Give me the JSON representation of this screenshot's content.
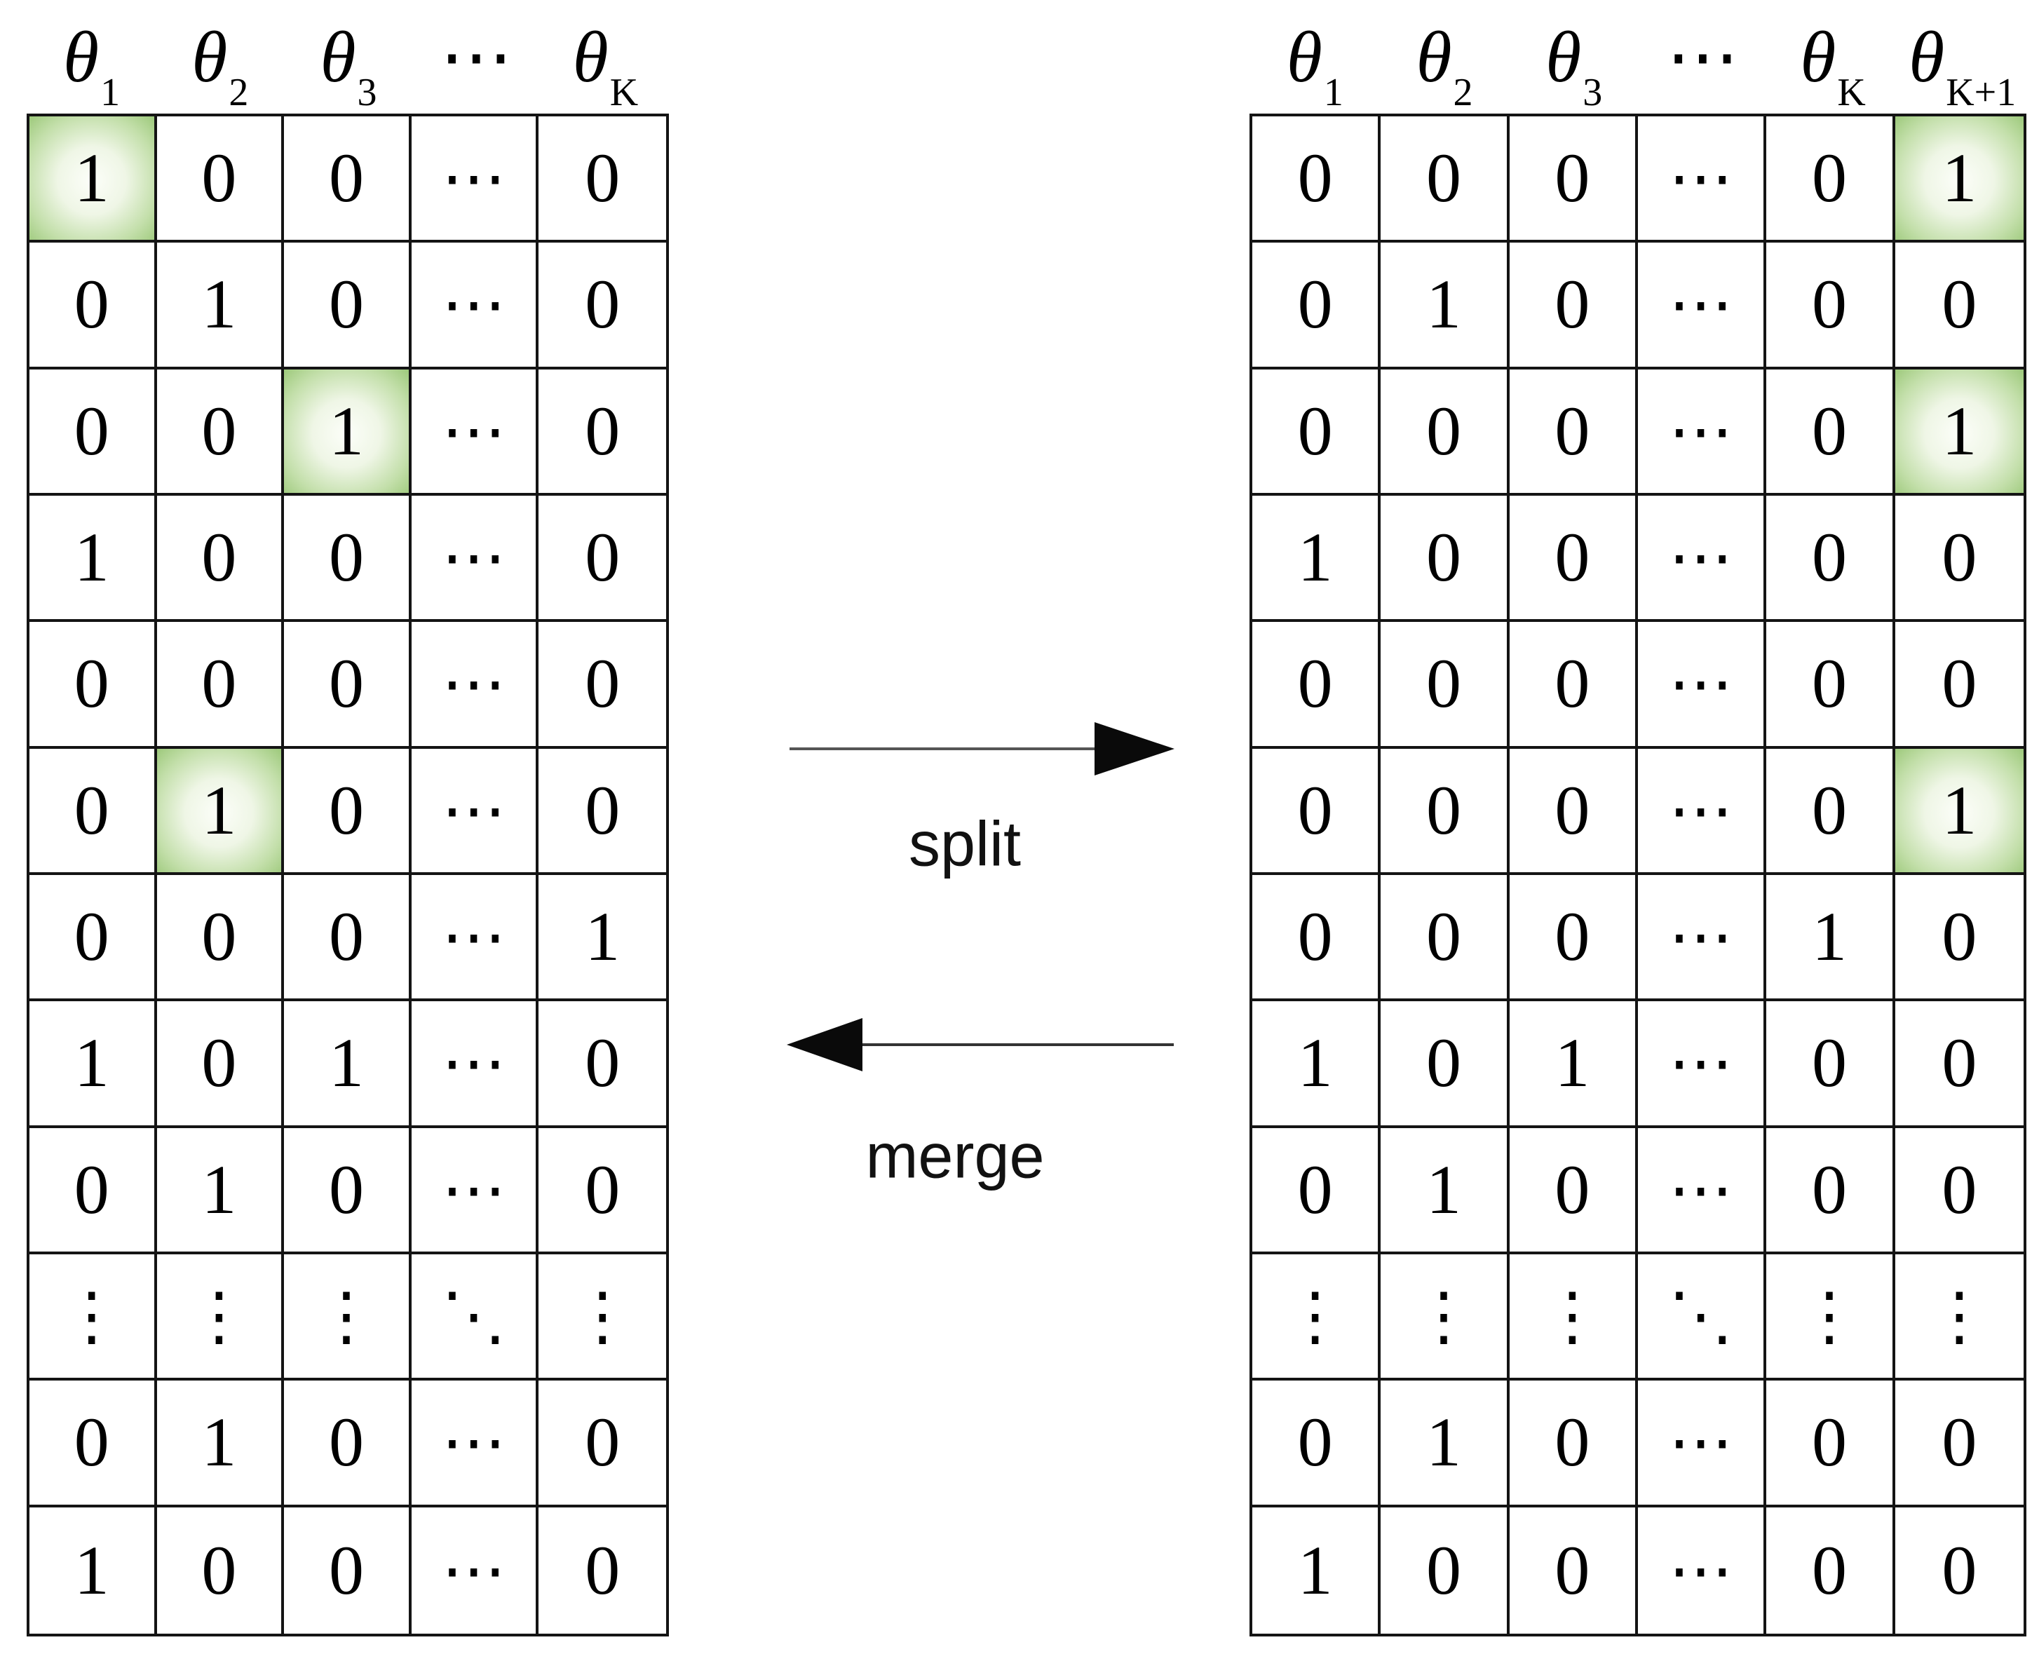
{
  "figure": {
    "description": "Binary cluster-assignment matrices before and after a split / merge move",
    "split_label": "split",
    "merge_label": "merge"
  },
  "left_matrix": {
    "headers": [
      {
        "base": "θ",
        "sub": "1"
      },
      {
        "base": "θ",
        "sub": "2"
      },
      {
        "base": "θ",
        "sub": "3"
      },
      {
        "base": "⋯",
        "sub": ""
      },
      {
        "base": "θ",
        "sub": "K"
      }
    ],
    "rows": [
      [
        "1",
        "0",
        "0",
        "⋯",
        "0"
      ],
      [
        "0",
        "1",
        "0",
        "⋯",
        "0"
      ],
      [
        "0",
        "0",
        "1",
        "⋯",
        "0"
      ],
      [
        "1",
        "0",
        "0",
        "⋯",
        "0"
      ],
      [
        "0",
        "0",
        "0",
        "⋯",
        "0"
      ],
      [
        "0",
        "1",
        "0",
        "⋯",
        "0"
      ],
      [
        "0",
        "0",
        "0",
        "⋯",
        "1"
      ],
      [
        "1",
        "0",
        "1",
        "⋯",
        "0"
      ],
      [
        "0",
        "1",
        "0",
        "⋯",
        "0"
      ],
      [
        "⋮",
        "⋮",
        "⋮",
        "⋱",
        "⋮"
      ],
      [
        "0",
        "1",
        "0",
        "⋯",
        "0"
      ],
      [
        "1",
        "0",
        "0",
        "⋯",
        "0"
      ]
    ],
    "highlighted_cells": [
      [
        0,
        0
      ],
      [
        2,
        2
      ],
      [
        5,
        1
      ]
    ]
  },
  "right_matrix": {
    "headers": [
      {
        "base": "θ",
        "sub": "1"
      },
      {
        "base": "θ",
        "sub": "2"
      },
      {
        "base": "θ",
        "sub": "3"
      },
      {
        "base": "⋯",
        "sub": ""
      },
      {
        "base": "θ",
        "sub": "K"
      },
      {
        "base": "θ",
        "sub": "K+1"
      }
    ],
    "rows": [
      [
        "0",
        "0",
        "0",
        "⋯",
        "0",
        "1"
      ],
      [
        "0",
        "1",
        "0",
        "⋯",
        "0",
        "0"
      ],
      [
        "0",
        "0",
        "0",
        "⋯",
        "0",
        "1"
      ],
      [
        "1",
        "0",
        "0",
        "⋯",
        "0",
        "0"
      ],
      [
        "0",
        "0",
        "0",
        "⋯",
        "0",
        "0"
      ],
      [
        "0",
        "0",
        "0",
        "⋯",
        "0",
        "1"
      ],
      [
        "0",
        "0",
        "0",
        "⋯",
        "1",
        "0"
      ],
      [
        "1",
        "0",
        "1",
        "⋯",
        "0",
        "0"
      ],
      [
        "0",
        "1",
        "0",
        "⋯",
        "0",
        "0"
      ],
      [
        "⋮",
        "⋮",
        "⋮",
        "⋱",
        "⋮",
        "⋮"
      ],
      [
        "0",
        "1",
        "0",
        "⋯",
        "0",
        "0"
      ],
      [
        "1",
        "0",
        "0",
        "⋯",
        "0",
        "0"
      ]
    ],
    "highlighted_cells": [
      [
        0,
        5
      ],
      [
        2,
        5
      ],
      [
        5,
        5
      ]
    ]
  },
  "colors": {
    "highlight_green_edge": "#9dc97b",
    "highlight_green_center": "#fcfef9",
    "grid_line": "#141414",
    "arrow_fill": "#0a0a0a",
    "background": "#ffffff",
    "text": "#000000"
  }
}
